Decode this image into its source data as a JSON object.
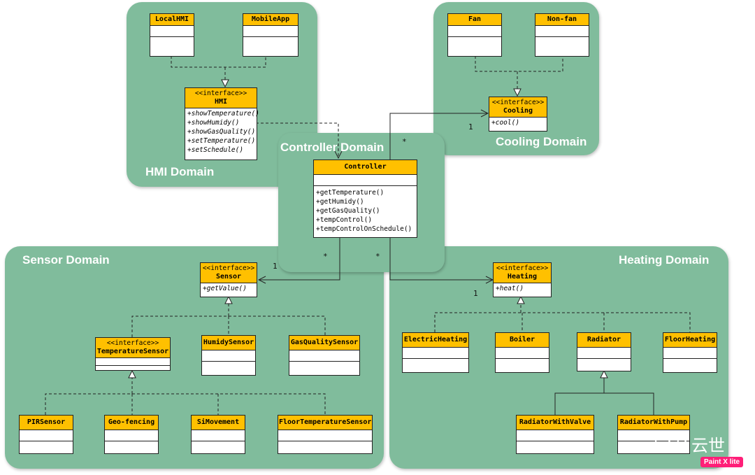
{
  "domains": {
    "hmi": "HMI Domain",
    "cooling": "Cooling Domain",
    "controller": "Controller Domain",
    "sensor": "Sensor Domain",
    "heating": "Heating Domain"
  },
  "classes": {
    "local_hmi": {
      "name": "LocalHMI"
    },
    "mobile_app": {
      "name": "MobileApp"
    },
    "hmi": {
      "stereotype": "<<interface>>",
      "name": "HMI",
      "ops": [
        "+showTemperature()",
        "+showHumidy()",
        "+showGasQuality()",
        "+setTemperature()",
        "+setSchedule()"
      ]
    },
    "fan": {
      "name": "Fan"
    },
    "non_fan": {
      "name": "Non-fan"
    },
    "cooling": {
      "stereotype": "<<interface>>",
      "name": "Cooling",
      "ops": [
        "+cool()"
      ]
    },
    "controller": {
      "name": "Controller",
      "ops": [
        "+getTemperature()",
        "+getHumidy()",
        "+getGasQuality()",
        "+tempControl()",
        "+tempControlOnSchedule()"
      ]
    },
    "sensor": {
      "stereotype": "<<interface>>",
      "name": "Sensor",
      "ops": [
        "+getValue()"
      ]
    },
    "temperature_sensor": {
      "stereotype": "<<interface>>",
      "name": "TemperatureSensor"
    },
    "humidy_sensor": {
      "name": "HumidySensor"
    },
    "gas_quality_sensor": {
      "name": "GasQualitySensor"
    },
    "pir_sensor": {
      "name": "PIRSensor"
    },
    "geo_fencing": {
      "name": "Geo-fencing"
    },
    "si_movement": {
      "name": "SiMovement"
    },
    "floor_temperature_sensor": {
      "name": "FloorTemperatureSensor"
    },
    "heating": {
      "stereotype": "<<interface>>",
      "name": "Heating",
      "ops": [
        "+heat()"
      ]
    },
    "electric_heating": {
      "name": "ElectricHeating"
    },
    "boiler": {
      "name": "Boiler"
    },
    "radiator": {
      "name": "Radiator"
    },
    "floor_heating": {
      "name": "FloorHeating"
    },
    "radiator_with_valve": {
      "name": "RadiatorWithValve"
    },
    "radiator_with_pump": {
      "name": "RadiatorWithPump"
    }
  },
  "multiplicities": {
    "cooling_one": "1",
    "cooling_many": "*",
    "sensor_one": "1",
    "sensor_many": "*",
    "heating_one": "1",
    "heating_many": "*"
  },
  "watermark": {
    "text": "云世",
    "badge": "Paint X lite"
  },
  "colors": {
    "domain_fill": "#80bc9c",
    "class_header": "#ffc000",
    "line": "#222222"
  }
}
